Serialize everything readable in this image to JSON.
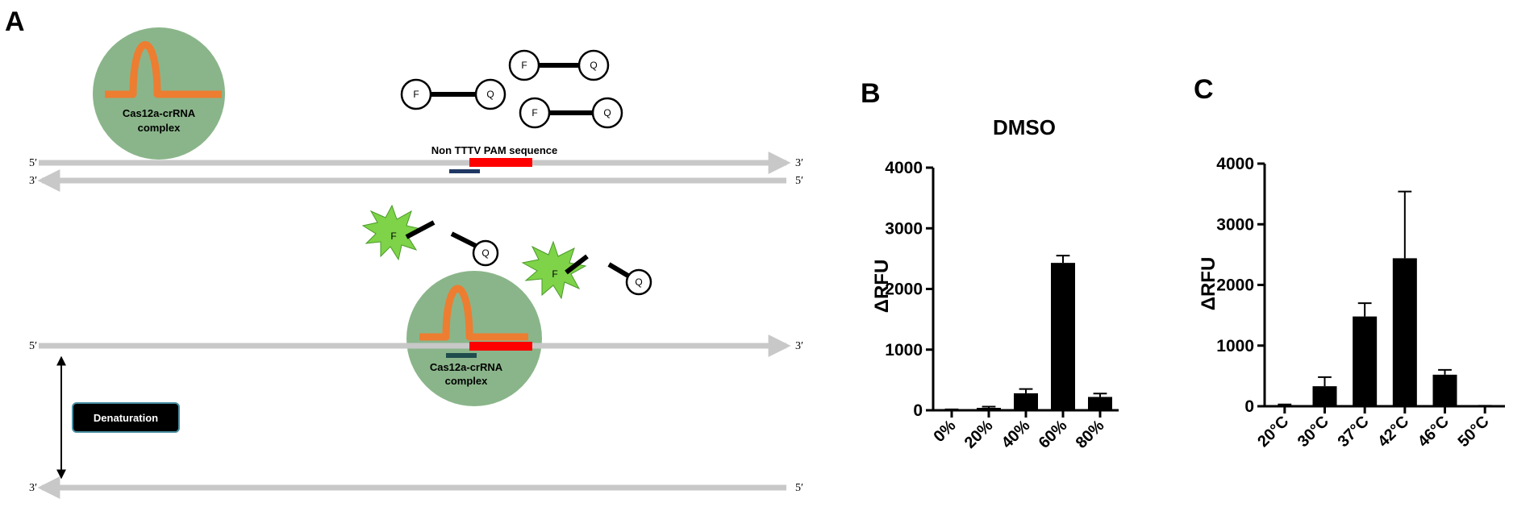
{
  "panels": {
    "a": "A",
    "b": "B",
    "c": "C"
  },
  "diagram": {
    "complex_label_line1": "Cas12a-crRNA",
    "complex_label_line2": "complex",
    "pam_label": "Non TTTV PAM sequence",
    "denaturation_label": "Denaturation",
    "strand_end_5": "5′",
    "strand_end_3": "3′",
    "reporter_f": "F",
    "reporter_q": "Q",
    "colors": {
      "complex_fill": "#8ab58a",
      "crrna": "#ed7d31",
      "strand": "#c8c8c8",
      "pam": "#ff0000",
      "primer": "#1f3864",
      "burst": "#7ed348",
      "label_box": "#000000",
      "label_box_border": "#4a90a4"
    }
  },
  "chart_data": [
    {
      "type": "bar",
      "title": "DMSO",
      "ylabel": "ΔRFU",
      "xlabel": "",
      "categories": [
        "0%",
        "20%",
        "40%",
        "60%",
        "80%"
      ],
      "values": [
        10,
        40,
        280,
        2430,
        220
      ],
      "errors": [
        5,
        20,
        70,
        120,
        55
      ],
      "ylim": [
        0,
        4000
      ],
      "yticks": [
        "0",
        "1000",
        "2000",
        "3000",
        "4000"
      ],
      "grid": false,
      "bar_color": "#000000"
    },
    {
      "type": "bar",
      "title": "",
      "ylabel": "ΔRFU",
      "xlabel": "",
      "categories": [
        "20°C",
        "30°C",
        "37°C",
        "42°C",
        "46°C",
        "50°C"
      ],
      "values": [
        20,
        330,
        1480,
        2440,
        520,
        5
      ],
      "errors": [
        10,
        150,
        220,
        1100,
        80,
        3
      ],
      "ylim": [
        0,
        4000
      ],
      "yticks": [
        "0",
        "1000",
        "2000",
        "3000",
        "4000"
      ],
      "grid": false,
      "bar_color": "#000000"
    }
  ]
}
